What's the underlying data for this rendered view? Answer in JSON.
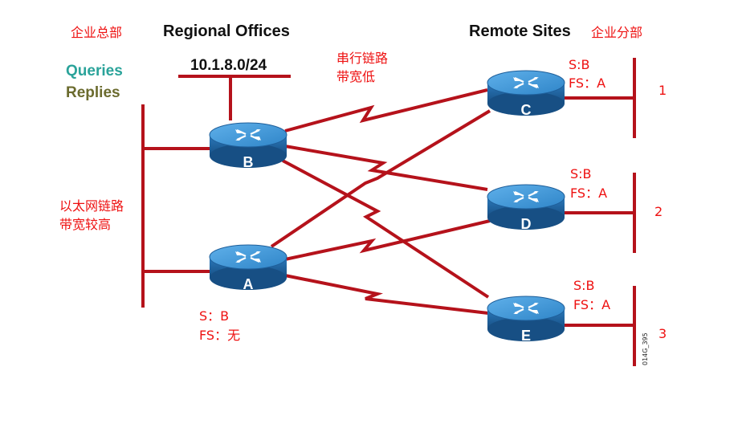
{
  "headers": {
    "hq": "企业总部",
    "regional": "Regional Offices",
    "remote": "Remote Sites",
    "branch": "企业分部"
  },
  "legend": {
    "queries": "Queries",
    "replies": "Replies",
    "queries_color": "#2aa39a",
    "replies_color": "#6b6b2e"
  },
  "network_label": "10.1.8.0/24",
  "serial_note": [
    "串行链路",
    "带宽低"
  ],
  "ethernet_note": [
    "以太网链路",
    "带宽较高"
  ],
  "routers": {
    "A": "A",
    "B": "B",
    "C": "C",
    "D": "D",
    "E": "E"
  },
  "router_a_info": [
    "S：B",
    "FS：无"
  ],
  "router_c_info": [
    "S:B",
    "FS：A"
  ],
  "router_d_info": [
    "S:B",
    "FS：A"
  ],
  "router_e_info": [
    "S:B",
    "FS：A"
  ],
  "site_numbers": [
    "1",
    "2",
    "3"
  ],
  "figure_code": "014G_395",
  "colors": {
    "link": "#b5121b",
    "text_red": "#ee1111",
    "router_top": "#3a8fd1",
    "router_side": "#1f5f9a"
  }
}
